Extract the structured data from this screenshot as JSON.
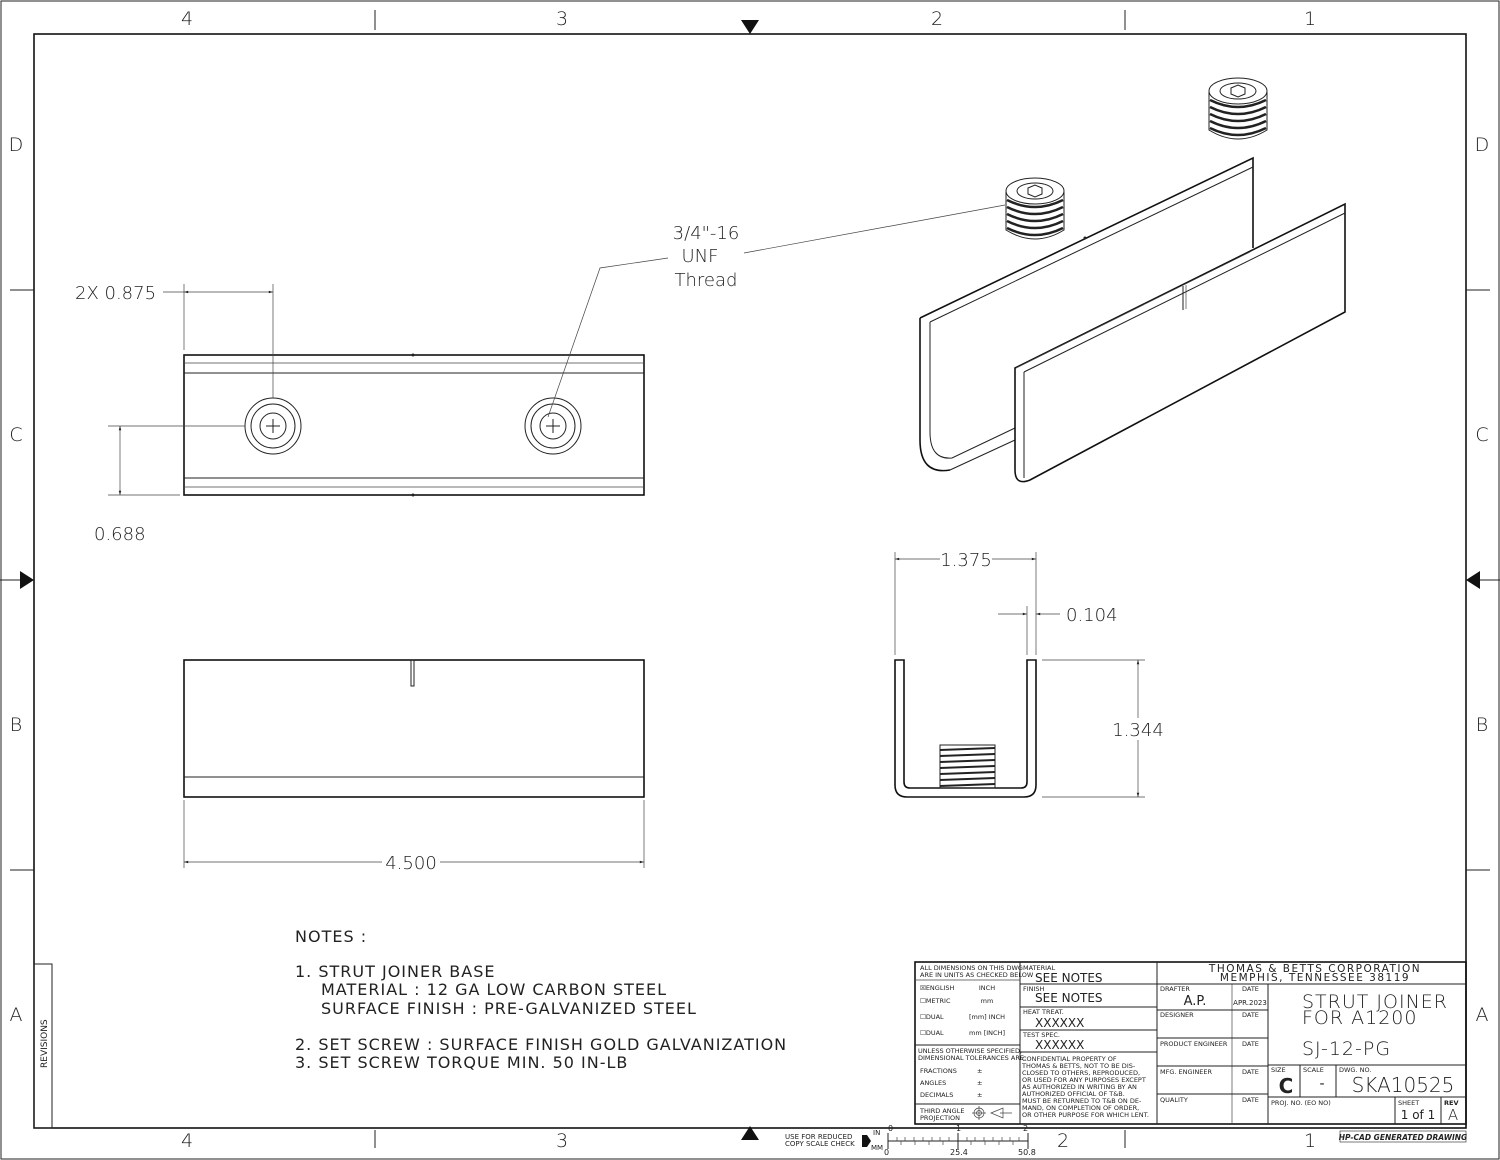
{
  "zones": {
    "columns": [
      "4",
      "3",
      "2",
      "1"
    ],
    "rows": [
      "D",
      "C",
      "B",
      "A"
    ]
  },
  "revisions_label": "REVISIONS",
  "dimensions": {
    "hole_spacing": "2X 0.875",
    "hole_offset": "0.688",
    "thread_line1": "3/4\"-16",
    "thread_line2": "UNF",
    "thread_line3": "Thread",
    "length": "4.500",
    "width": "1.375",
    "thickness": "0.104",
    "height": "1.344"
  },
  "notes": {
    "heading": "NOTES :",
    "lines": [
      "1. STRUT JOINER BASE",
      "MATERIAL : 12 GA LOW CARBON STEEL",
      "SURFACE FINISH : PRE-GALVANIZED STEEL",
      "2. SET SCREW : SURFACE FINISH GOLD GALVANIZATION",
      "3. SET SCREW TORQUE MIN. 50 IN-LB"
    ]
  },
  "title_block": {
    "units_header1": "ALL DIMENSIONS ON THIS DWG",
    "units_header2": "ARE IN UNITS AS CHECKED BELOW",
    "unit_options": [
      {
        "label": "ENGLISH",
        "unit": "INCH",
        "checked": true,
        "box": "☒"
      },
      {
        "label": "METRIC",
        "unit": "mm",
        "checked": false,
        "box": "☐"
      },
      {
        "label": "DUAL",
        "unit": "[mm] INCH",
        "checked": false,
        "box": "☐"
      },
      {
        "label": "DUAL",
        "unit": "mm [INCH]",
        "checked": false,
        "box": "☐"
      }
    ],
    "tol_header1": "UNLESS OTHERWISE SPECIFIED,",
    "tol_header2": "DIMENSIONAL TOLERANCES ARE:",
    "tolerances": [
      "FRACTIONS",
      "ANGLES",
      "DECIMALS"
    ],
    "pm": "±",
    "projection1": "THIRD ANGLE",
    "projection2": "PROJECTION",
    "material_label": "MATERIAL",
    "material": "SEE NOTES",
    "finish_label": "FINISH",
    "finish": "SEE NOTES",
    "heat_treat_label": "HEAT TREAT.",
    "heat_treat": "XXXXXX",
    "test_spec_label": "TEST SPEC.",
    "test_spec": "XXXXXX",
    "confidential": [
      "CONFIDENTIAL PROPERTY OF",
      "THOMAS & BETTS, NOT TO BE DIS-",
      "CLOSED TO OTHERS, REPRODUCED,",
      "OR USED FOR ANY PURPOSES EXCEPT",
      "AS AUTHORIZED IN WRITING BY AN",
      "AUTHORIZED OFFICIAL OF T&B.",
      "MUST BE RETURNED TO T&B ON DE-",
      "MAND, ON COMPLETION OF ORDER,",
      "OR OTHER PURPOSE FOR WHICH LENT."
    ],
    "company1": "THOMAS & BETTS CORPORATION",
    "company2": "MEMPHIS, TENNESSEE 38119",
    "date_label": "DATE",
    "drafter_label": "DRAFTER",
    "drafter": "A.P.",
    "drafter_date": "APR.2023",
    "designer_label": "DESIGNER",
    "product_engineer_label": "PRODUCT ENGINEER",
    "mfg_engineer_label": "MFG. ENGINEER",
    "quality_label": "QUALITY",
    "title1": "STRUT JOINER",
    "title2": "FOR A1200",
    "part_number": "SJ-12-PG",
    "size_label": "SIZE",
    "size": "C",
    "scale_label": "SCALE",
    "scale": "-",
    "dwg_no_label": "DWG. NO.",
    "dwg_no": "SKA10525",
    "proj_no_label": "PROJ. NO. (EO NO)",
    "sheet_label": "SHEET",
    "sheet": "1 of 1",
    "rev_label": "REV",
    "rev": "A",
    "generated": "HP-CAD GENERATED DRAWING"
  },
  "scale_check": {
    "label1": "USE FOR REDUCED",
    "label2": "COPY SCALE CHECK",
    "in_label": "IN",
    "mm_label": "MM",
    "in_ticks": [
      "0",
      "1",
      "2"
    ],
    "mm_ticks": [
      "0",
      "25.4",
      "50.8"
    ]
  }
}
